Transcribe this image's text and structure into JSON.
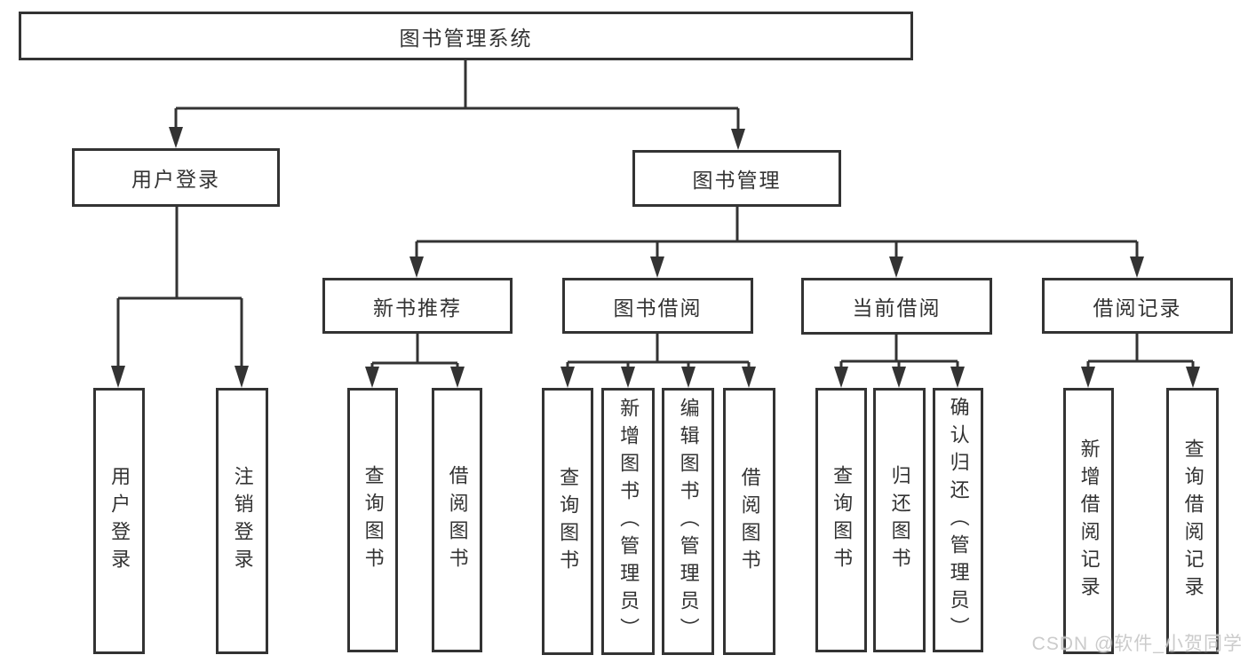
{
  "diagram_title": "图书管理系统",
  "tree": {
    "label": "图书管理系统",
    "children": [
      {
        "label": "用户登录",
        "children": [
          {
            "label": "用户登录"
          },
          {
            "label": "注销登录"
          }
        ]
      },
      {
        "label": "图书管理",
        "children": [
          {
            "label": "新书推荐",
            "children": [
              {
                "label": "查询图书"
              },
              {
                "label": "借阅图书"
              }
            ]
          },
          {
            "label": "图书借阅",
            "children": [
              {
                "label": "查询图书"
              },
              {
                "label": "新增图书（管理员）"
              },
              {
                "label": "编辑图书（管理员）"
              },
              {
                "label": "借阅图书"
              }
            ]
          },
          {
            "label": "当前借阅",
            "children": [
              {
                "label": "查询图书"
              },
              {
                "label": "归还图书"
              },
              {
                "label": "确认归还（管理员）"
              }
            ]
          },
          {
            "label": "借阅记录",
            "children": [
              {
                "label": "新增借阅记录"
              },
              {
                "label": "查询借阅记录"
              }
            ]
          }
        ]
      }
    ]
  },
  "watermark": {
    "text": "CSDN @软件_小贺同学"
  },
  "colors": {
    "line": "#333333",
    "box_border": "#333333",
    "text": "#333333",
    "watermark": "#c9c9c9",
    "background": "#ffffff"
  }
}
